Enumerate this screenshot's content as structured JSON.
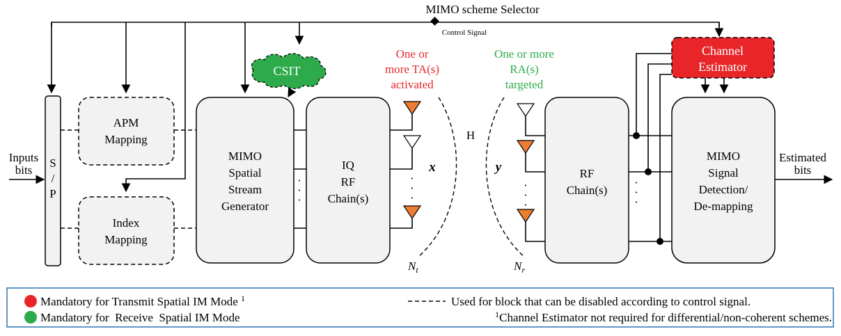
{
  "diagram": {
    "selector_title": "MIMO scheme Selector",
    "control_signal": "Control Signal",
    "input_label_1": "Inputs",
    "input_label_2": "bits",
    "sp_1": "S",
    "sp_2": "/",
    "sp_3": "P",
    "apm_1": "APM",
    "apm_2": "Mapping",
    "index_1": "Index",
    "index_2": "Mapping",
    "gen_1": "MIMO",
    "gen_2": "Spatial",
    "gen_3": "Stream",
    "gen_4": "Generator",
    "iq_1": "IQ",
    "iq_2": "RF",
    "iq_3": "Chain(s)",
    "csit": "CSIT",
    "ta_1": "One or",
    "ta_2": "more TA(s)",
    "ta_3": "activated",
    "ra_1": "One or more",
    "ra_2": "RA(s)",
    "ra_3": "targeted",
    "channel_h": "H",
    "x_sym": "x",
    "y_sym": "y",
    "nt_base": "N",
    "nt_sub": "t",
    "nr_base": "N",
    "nr_sub": "r",
    "rf_1": "RF",
    "rf_2": "Chain(s)",
    "est_1": "Channel",
    "est_2": "Estimator",
    "det_1": "MIMO",
    "det_2": "Signal",
    "det_3": "Detection/",
    "det_4": "De-mapping",
    "out_1": "Estimated",
    "out_2": "bits"
  },
  "legend": {
    "red_text": "Mandatory for Transmit Spatial IM Mode",
    "red_sup": "1",
    "green_text": "Mandatory for  Receive  Spatial IM Mode",
    "dash_text": "Used for block that can be disabled according to control signal.",
    "note_sup": "1",
    "note_text": "Channel Estimator not required for differential/non-coherent schemes."
  },
  "colors": {
    "red": "#e8262a",
    "green": "#2dab4b",
    "orange": "#ed7d31",
    "legend_border": "#2e75b6"
  }
}
